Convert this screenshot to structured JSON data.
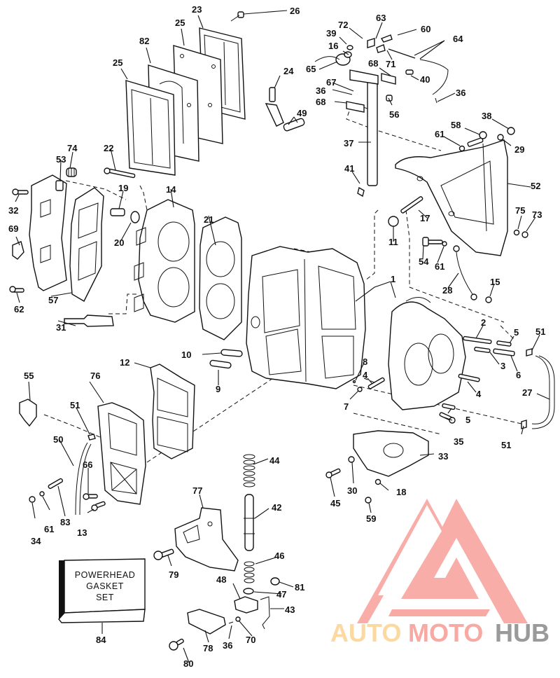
{
  "diagram": {
    "title": "Powerhead exploded parts diagram",
    "gasket_set": {
      "callout": "84",
      "label_lines": [
        "POWERHEAD",
        "GASKET",
        "SET"
      ]
    },
    "callouts": [
      {
        "id": "c23",
        "label": "23"
      },
      {
        "id": "c26",
        "label": "26"
      },
      {
        "id": "c25a",
        "label": "25"
      },
      {
        "id": "c82",
        "label": "82"
      },
      {
        "id": "c25b",
        "label": "25"
      },
      {
        "id": "c72",
        "label": "72"
      },
      {
        "id": "c63",
        "label": "63"
      },
      {
        "id": "c60",
        "label": "60"
      },
      {
        "id": "c39",
        "label": "39"
      },
      {
        "id": "c64",
        "label": "64"
      },
      {
        "id": "c16",
        "label": "16"
      },
      {
        "id": "c71",
        "label": "71"
      },
      {
        "id": "c65",
        "label": "65"
      },
      {
        "id": "c68a",
        "label": "68"
      },
      {
        "id": "c24",
        "label": "24"
      },
      {
        "id": "c40",
        "label": "40"
      },
      {
        "id": "c67",
        "label": "67"
      },
      {
        "id": "c36a",
        "label": "36"
      },
      {
        "id": "c36b",
        "label": "36"
      },
      {
        "id": "c68b",
        "label": "68"
      },
      {
        "id": "c56",
        "label": "56"
      },
      {
        "id": "c49",
        "label": "49"
      },
      {
        "id": "c38",
        "label": "38"
      },
      {
        "id": "c58",
        "label": "58"
      },
      {
        "id": "c61a",
        "label": "61"
      },
      {
        "id": "c29",
        "label": "29"
      },
      {
        "id": "c37",
        "label": "37"
      },
      {
        "id": "c74",
        "label": "74"
      },
      {
        "id": "c22",
        "label": "22"
      },
      {
        "id": "c53",
        "label": "53"
      },
      {
        "id": "c41",
        "label": "41"
      },
      {
        "id": "c52",
        "label": "52"
      },
      {
        "id": "c19",
        "label": "19"
      },
      {
        "id": "c14",
        "label": "14"
      },
      {
        "id": "c32",
        "label": "32"
      },
      {
        "id": "c17",
        "label": "17"
      },
      {
        "id": "c21",
        "label": "21"
      },
      {
        "id": "c75",
        "label": "75"
      },
      {
        "id": "c73",
        "label": "73"
      },
      {
        "id": "c69",
        "label": "69"
      },
      {
        "id": "c20",
        "label": "20"
      },
      {
        "id": "c11",
        "label": "11"
      },
      {
        "id": "c54",
        "label": "54"
      },
      {
        "id": "c61b",
        "label": "61"
      },
      {
        "id": "c1",
        "label": "1"
      },
      {
        "id": "c28",
        "label": "28"
      },
      {
        "id": "c15",
        "label": "15"
      },
      {
        "id": "c62",
        "label": "62"
      },
      {
        "id": "c57",
        "label": "57"
      },
      {
        "id": "c31",
        "label": "31"
      },
      {
        "id": "c2",
        "label": "2"
      },
      {
        "id": "c5a",
        "label": "5"
      },
      {
        "id": "c51a",
        "label": "51"
      },
      {
        "id": "c10",
        "label": "10"
      },
      {
        "id": "c3",
        "label": "3"
      },
      {
        "id": "c6",
        "label": "6"
      },
      {
        "id": "c12",
        "label": "12"
      },
      {
        "id": "c8",
        "label": "8"
      },
      {
        "id": "c4a",
        "label": "4"
      },
      {
        "id": "c9",
        "label": "9"
      },
      {
        "id": "c55",
        "label": "55"
      },
      {
        "id": "c76",
        "label": "76"
      },
      {
        "id": "c27",
        "label": "27"
      },
      {
        "id": "c4b",
        "label": "4"
      },
      {
        "id": "c7",
        "label": "7"
      },
      {
        "id": "c5b",
        "label": "5"
      },
      {
        "id": "c51b",
        "label": "51"
      },
      {
        "id": "c35",
        "label": "35"
      },
      {
        "id": "c50",
        "label": "50"
      },
      {
        "id": "c51c",
        "label": "51"
      },
      {
        "id": "c44",
        "label": "44"
      },
      {
        "id": "c33",
        "label": "33"
      },
      {
        "id": "c66",
        "label": "66"
      },
      {
        "id": "c30",
        "label": "30"
      },
      {
        "id": "c18",
        "label": "18"
      },
      {
        "id": "c77",
        "label": "77"
      },
      {
        "id": "c42",
        "label": "42"
      },
      {
        "id": "c45",
        "label": "45"
      },
      {
        "id": "c83",
        "label": "83"
      },
      {
        "id": "c61c",
        "label": "61"
      },
      {
        "id": "c34",
        "label": "34"
      },
      {
        "id": "c13",
        "label": "13"
      },
      {
        "id": "c59",
        "label": "59"
      },
      {
        "id": "c46",
        "label": "46"
      },
      {
        "id": "c79",
        "label": "79"
      },
      {
        "id": "c81",
        "label": "81"
      },
      {
        "id": "c48",
        "label": "48"
      },
      {
        "id": "c47",
        "label": "47"
      },
      {
        "id": "c43",
        "label": "43"
      },
      {
        "id": "c70",
        "label": "70"
      },
      {
        "id": "c36c",
        "label": "36"
      },
      {
        "id": "c78",
        "label": "78"
      },
      {
        "id": "c80",
        "label": "80"
      }
    ]
  },
  "watermark": {
    "parts": [
      "AUTO",
      "MOTO",
      "HUB"
    ],
    "colors": {
      "auto": "#fcd9a0",
      "moto": "#f9a9a3",
      "hub": "#9a9a9a",
      "logo": "#f9a9a3"
    }
  }
}
